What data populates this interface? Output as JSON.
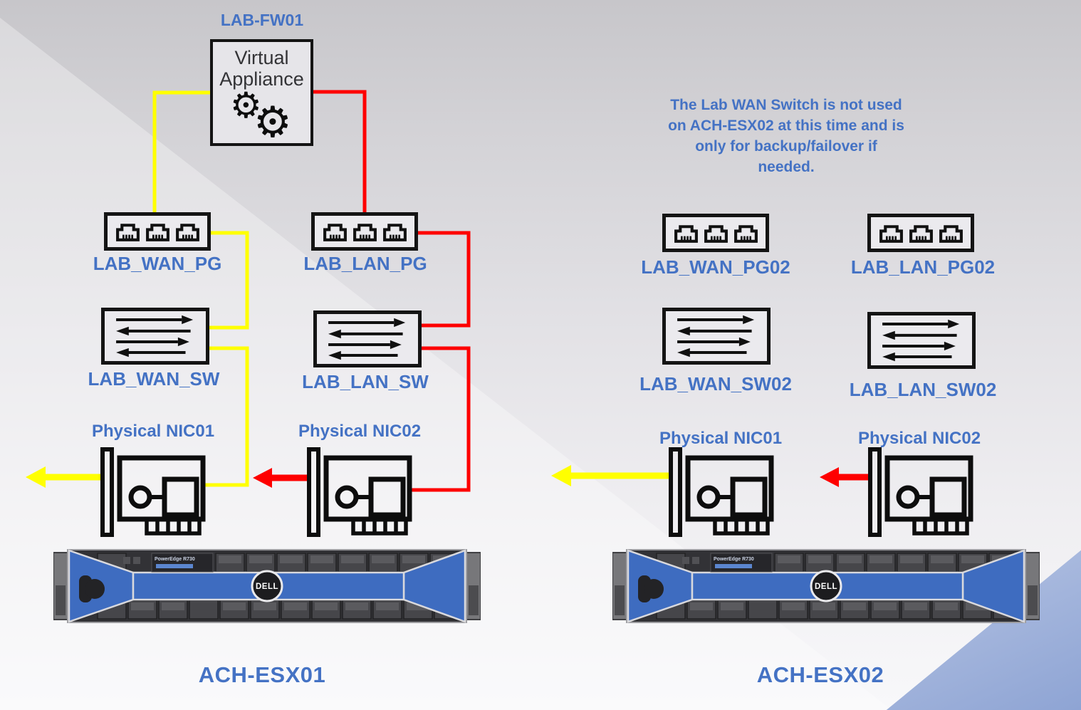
{
  "icons": {
    "gear": "⚙"
  },
  "colors": {
    "label_blue": "#4472C4",
    "wire_yellow": "#FFFF00",
    "wire_red": "#FE0000",
    "server_blue": "#3E6CC0"
  },
  "diagram": {
    "firewall": {
      "label": "LAB-FW01",
      "box_text_line1": "Virtual",
      "box_text_line2": "Appliance"
    },
    "note": {
      "lines": [
        "The Lab WAN Switch is not used",
        "on ACH-ESX02 at this time and is",
        "only for backup/failover if",
        "needed."
      ]
    },
    "esx01": {
      "host_label": "ACH-ESX01",
      "port_groups": [
        {
          "label": "LAB_WAN_PG"
        },
        {
          "label": "LAB_LAN_PG"
        }
      ],
      "vswitches": [
        {
          "label": "LAB_WAN_SW"
        },
        {
          "label": "LAB_LAN_SW"
        }
      ],
      "nics": [
        {
          "label": "Physical NIC01"
        },
        {
          "label": "Physical NIC02"
        }
      ],
      "server": {
        "brand": "DELL",
        "model": "PowerEdge R730"
      }
    },
    "esx02": {
      "host_label": "ACH-ESX02",
      "port_groups": [
        {
          "label": "LAB_WAN_PG02"
        },
        {
          "label": "LAB_LAN_PG02"
        }
      ],
      "vswitches": [
        {
          "label": "LAB_WAN_SW02"
        },
        {
          "label": "LAB_LAN_SW02"
        }
      ],
      "nics": [
        {
          "label": "Physical NIC01"
        },
        {
          "label": "Physical NIC02"
        }
      ],
      "server": {
        "brand": "DELL",
        "model": "PowerEdge R730"
      }
    }
  }
}
